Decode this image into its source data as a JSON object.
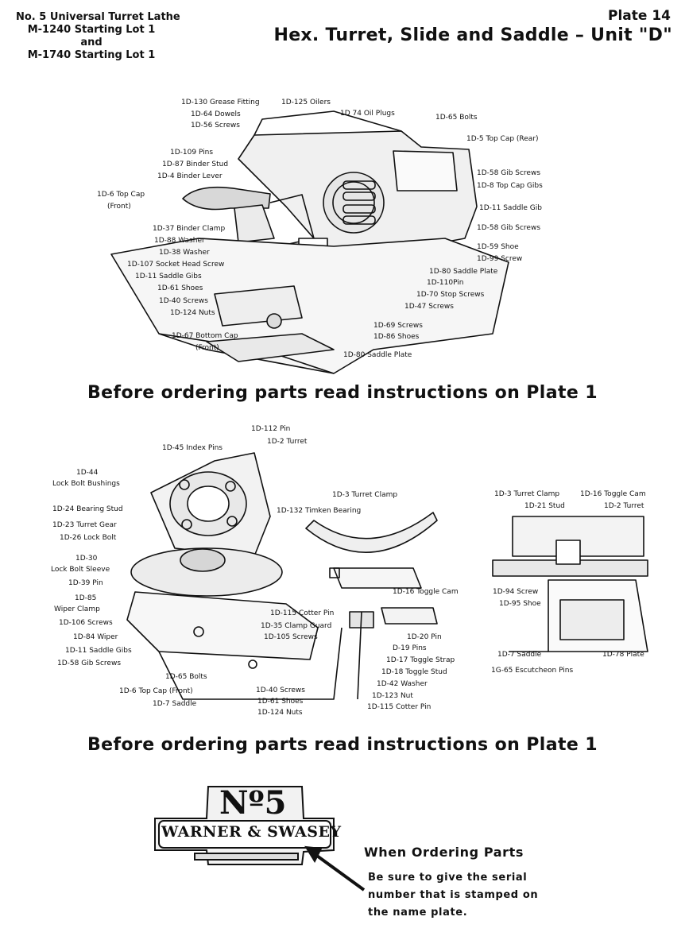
{
  "header": {
    "left_lines": [
      "No. 5 Universal Turret Lathe",
      "M-1240 Starting Lot 1",
      "and",
      "M-1740 Starting Lot 1"
    ],
    "plate_number": "Plate 14",
    "plate_title": "Hex. Turret, Slide and Saddle – Unit \"D\""
  },
  "notice": "Before ordering parts read instructions on Plate 1",
  "figure1_labels": [
    "1D-130 Grease Fitting",
    "1D-125 Oilers",
    "1D-64 Dowels",
    "1D 74 Oil Plugs",
    "1D-56 Screws",
    "1D-65 Bolts",
    "1D-5 Top Cap (Rear)",
    "1D-109 Pins",
    "1D-87 Binder Stud",
    "1D-4 Binder Lever",
    "1D-58 Gib Screws",
    "1D-8 Top Cap Gibs",
    "1D-6 Top Cap",
    "(Front)",
    "1D-11  Saddle Gib",
    "1D-58 Gib Screws",
    "1D-37 Binder Clamp",
    "1D-88 Washer",
    "1D-59 Shoe",
    "1D-38  Washer",
    "1D-99 Screw",
    "1D-107 Socket Head Screw",
    "1D-80 Saddle Plate",
    "1D-11 Saddle Gibs",
    "1D-110Pin",
    "1D-61 Shoes",
    "1D-70 Stop Screws",
    "1D-40 Screws",
    "1D-47 Screws",
    "1D-124 Nuts",
    "1D-69 Screws",
    "1D-86 Shoes",
    "1D-67 Bottom Cap",
    "(Front)",
    "1D-80 Saddle Plate"
  ],
  "figure2_labels": [
    "1D-112 Pin",
    "1D-2 Turret",
    "1D-45 Index Pins",
    "1D-44",
    "Lock Bolt Bushings",
    "1D-3 Turret Clamp",
    "1D-24 Bearing Stud",
    "1D-132 Timken Bearing",
    "1D-23 Turret Gear",
    "1D-26 Lock Bolt",
    "1D-30",
    "Lock Bolt Sleeve",
    "1D-39 Pin",
    "1D-16 Toggle Cam",
    "1D-85",
    "Wiper Clamp",
    "1D-115 Cotter Pin",
    "1D-106 Screws",
    "1D-35 Clamp Guard",
    "1D-105 Screws",
    "1D-84 Wiper",
    "1D-20 Pin",
    "1D-11 Saddle Gibs",
    "D-19 Pins",
    "1D-58 Gib Screws",
    "1D-17 Toggle Strap",
    "1D-65 Bolts",
    "1D-18 Toggle Stud",
    "1D-42 Washer",
    "1D-6 Top Cap (Front)",
    "1D-40 Screws",
    "1D-123 Nut",
    "1D-61 Shoes",
    "1D-7 Saddle",
    "1D-115 Cotter Pin",
    "1D-124 Nuts"
  ],
  "figure3_labels": [
    "1D-3 Turret Clamp",
    "1D-16 Toggle Cam",
    "1D-21 Stud",
    "1D-2 Turret",
    "1D-94 Screw",
    "1D-95 Shoe",
    "1D-7 Saddle",
    "1D-78 Plate",
    "1G-65 Escutcheon Pins"
  ],
  "nameplate": {
    "number": "Nº5",
    "maker": "WARNER & SWASEY"
  },
  "ordering": {
    "title": "When Ordering Parts",
    "lines": [
      "Be sure to give the serial",
      "number that is stamped on",
      "the name plate."
    ]
  }
}
